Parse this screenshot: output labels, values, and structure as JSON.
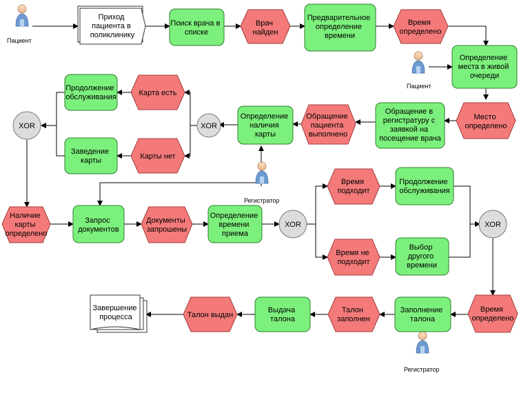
{
  "nodes": {
    "patient1": "Пациент",
    "doc_arrival": [
      "Приход",
      "пациента в",
      "поликлинику"
    ],
    "fn_search_doctor": [
      "Поиск врача в",
      "списке"
    ],
    "ev_doctor_found": [
      "Врач",
      "найден"
    ],
    "fn_prelim_time": [
      "Предварительное",
      "определение",
      "времени"
    ],
    "ev_time_defined": [
      "Время",
      "определено"
    ],
    "patient2": "Пациент",
    "fn_queue_place": [
      "Определение",
      "места в живой",
      "очереди"
    ],
    "ev_place_defined": [
      "Место",
      "определено"
    ],
    "fn_registry_request": [
      "Обращение в",
      "регистратуру с",
      "заявкой на",
      "посещение врача"
    ],
    "ev_request_done": [
      "Обращение",
      "пациента",
      "выполнено"
    ],
    "fn_card_check": [
      "Определение",
      "наличия",
      "карты"
    ],
    "registrar1": "Регистратор",
    "xor1": "XOR",
    "ev_card_exists": [
      "Карта есть"
    ],
    "ev_card_missing": [
      "Карты нет"
    ],
    "fn_continue1": [
      "Продолжение",
      "обслуживания"
    ],
    "fn_create_card": [
      "Заведение",
      "карты"
    ],
    "xor2": "XOR",
    "ev_card_presence": [
      "Наличие",
      "карты",
      "определено"
    ],
    "fn_request_docs": [
      "Запрос",
      "документов"
    ],
    "ev_docs_requested": [
      "Документы",
      "запрошены"
    ],
    "fn_time_define": [
      "Определение",
      "времени",
      "приема"
    ],
    "xor3": "XOR",
    "ev_time_fits": [
      "Время",
      "подходит"
    ],
    "ev_time_not_fits": [
      "Время не",
      "подходит"
    ],
    "fn_continue2": [
      "Продолжение",
      "обслуживания"
    ],
    "fn_choose_other": [
      "Выбор",
      "другого",
      "времени"
    ],
    "xor4": "XOR",
    "ev_time_defined2": [
      "Время",
      "определено"
    ],
    "fn_fill_ticket": [
      "Заполнение",
      "талона"
    ],
    "ev_ticket_filled": [
      "Талон",
      "заполнен"
    ],
    "fn_issue_ticket": [
      "Выдача",
      "талона"
    ],
    "ev_ticket_issued": [
      "Талон выдан"
    ],
    "doc_end": [
      "Завершение",
      "процесса"
    ],
    "registrar2": "Регистратор"
  }
}
